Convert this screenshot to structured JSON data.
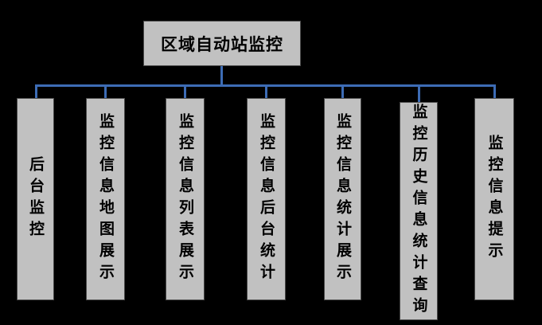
{
  "diagram": {
    "root": {
      "label": "区域自动站监控"
    },
    "children": [
      {
        "label": "后台监控"
      },
      {
        "label": "监控信息地图展示"
      },
      {
        "label": "监控信息列表展示"
      },
      {
        "label": "监控信息后台统计"
      },
      {
        "label": "监控信息统计展示"
      },
      {
        "label": "监控历史信息统计查询"
      },
      {
        "label": "监控信息提示"
      }
    ],
    "colors": {
      "background": "#000000",
      "node_fill": "#c1c1c1",
      "node_border": "#4a4a4a",
      "connector": "#3d6cb5",
      "text": "#000000"
    }
  }
}
